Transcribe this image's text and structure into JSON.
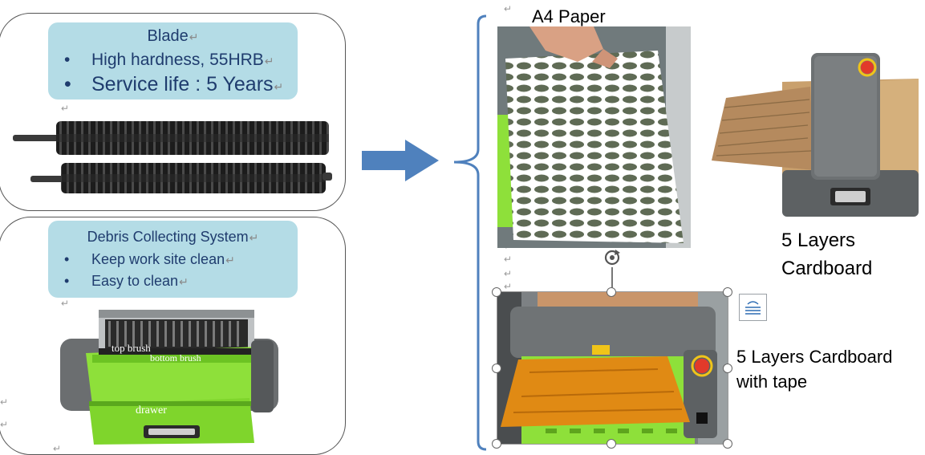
{
  "blade": {
    "title": "Blade",
    "bullets": [
      "High hardness, 55HRB",
      "Service life : 5 Years"
    ]
  },
  "debris": {
    "title": "Debris Collecting System",
    "bullets": [
      "Keep work site clean",
      "Easy to clean"
    ]
  },
  "machine_labels": {
    "top_brush": "top brush",
    "bottom_brush": "bottom brush",
    "drawer": "drawer"
  },
  "outputs": {
    "a4": "A4 Paper",
    "cardboard_line1": "5 Layers",
    "cardboard_line2": "Cardboard",
    "tape_line1": "5 Layers Cardboard",
    "tape_line2": "with tape"
  },
  "colors": {
    "callout_bg": "#b4dce6",
    "callout_text": "#1f3c6e",
    "arrow": "#4f81bd",
    "machine_green": "#8ee03a",
    "machine_gray": "#6b6e70"
  },
  "icons": [
    "return-mark-icon",
    "rotate-handle-icon",
    "layout-options-icon",
    "right-arrow-icon"
  ]
}
